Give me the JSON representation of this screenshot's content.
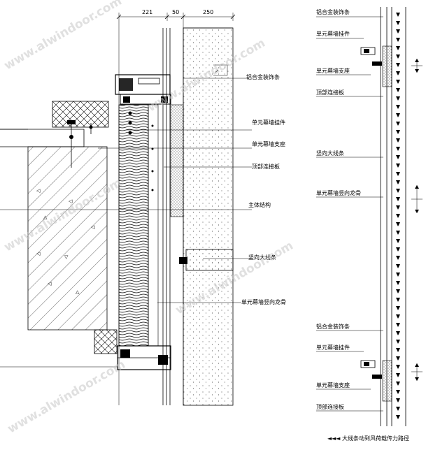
{
  "dimensions": {
    "d221": "221",
    "d50": "50",
    "d250": "250"
  },
  "section_labels": {
    "trim": "铝合金装饰条",
    "hanger": "单元幕墙挂件",
    "support": "单元幕墙支座",
    "top_plate": "顶部连接板",
    "main_structure": "主体结构",
    "vertical_fire": "竖向大线条",
    "mullion": "单元幕墙竖向龙骨"
  },
  "elevation_labels": {
    "top_trim": "铝合金装饰条",
    "top_hanger": "单元幕墙挂件",
    "top_support": "单元幕墙支座",
    "top_plate": "顶部连接板",
    "vertical_line": "竖向大线条",
    "mullion": "单元幕墙竖向龙骨",
    "bottom_trim": "铝合金装饰条",
    "bottom_hanger": "单元幕墙挂件",
    "bottom_support": "单元幕墙支座",
    "bottom_plate": "顶部连接板"
  },
  "legend": {
    "text": "◄◄◄ 大线条动到风荷载传力路径"
  },
  "watermark": {
    "text": "www.alwindoor.com"
  }
}
